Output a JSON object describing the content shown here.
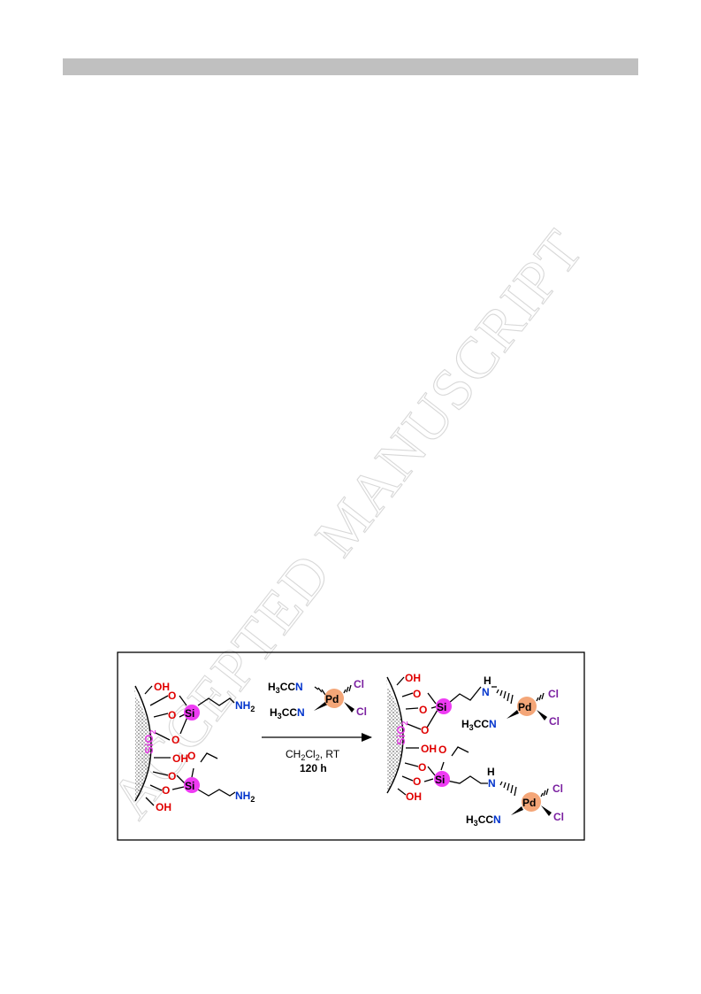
{
  "watermark": {
    "text": "ACCEPTED MANUSCRIPT"
  },
  "colors": {
    "oxygen": "#e00000",
    "silicon": "#ee3bf3",
    "nitrogen": "#0033cc",
    "chlorine": "#7a1fa0",
    "palladium": "#f4a678",
    "support_label": "#e040e0"
  },
  "scheme": {
    "support_label": "SiO",
    "support_sub": "2",
    "hydroxyl": "OH",
    "oxygen": "O",
    "silicon": "Si",
    "amine": {
      "main": "NH",
      "sub": "2"
    },
    "nh": "H",
    "nitrogen": "N",
    "chloride": "Cl",
    "palladium": "Pd",
    "ligand": {
      "pre": "H",
      "sub": "3",
      "post": "CC"
    },
    "reagent": "Pd(CH3CN)2Cl2",
    "conditions": {
      "solvent_main": "CH",
      "solvent_sub1": "2",
      "solvent_mid": "Cl",
      "solvent_sub2": "2",
      "solvent_tail": ", RT",
      "time": "120 h"
    }
  }
}
